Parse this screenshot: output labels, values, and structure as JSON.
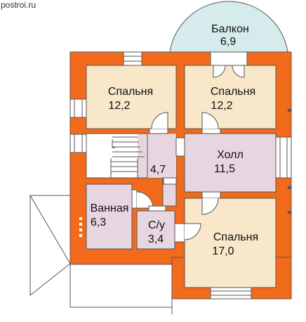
{
  "site": {
    "label": "postroi.ru"
  },
  "colors": {
    "wall": "#f26a1b",
    "bedroom": "#f8e7c9",
    "wet_room": "#e7d6df",
    "balcony": "#d6ecec",
    "roof": "#ffffff",
    "window": "#ffffff",
    "stroke": "#555555"
  },
  "rooms": [
    {
      "id": "balcony",
      "name": "Балкон",
      "area": "6,9",
      "kind": "balcony"
    },
    {
      "id": "bedroom-1",
      "name": "Спальня",
      "area": "12,2",
      "kind": "bedroom"
    },
    {
      "id": "bedroom-2",
      "name": "Спальня",
      "area": "12,2",
      "kind": "bedroom"
    },
    {
      "id": "hall",
      "name": "Холл",
      "area": "11,5",
      "kind": "wet_room"
    },
    {
      "id": "stair-hall",
      "name": "",
      "area": "4,7",
      "kind": "wet_room"
    },
    {
      "id": "bathroom",
      "name": "Ванная",
      "area": "6,3",
      "kind": "wet_room"
    },
    {
      "id": "wc",
      "name": "С/у",
      "area": "3,4",
      "kind": "wet_room"
    },
    {
      "id": "bedroom-3",
      "name": "Спальня",
      "area": "17,0",
      "kind": "bedroom"
    }
  ]
}
